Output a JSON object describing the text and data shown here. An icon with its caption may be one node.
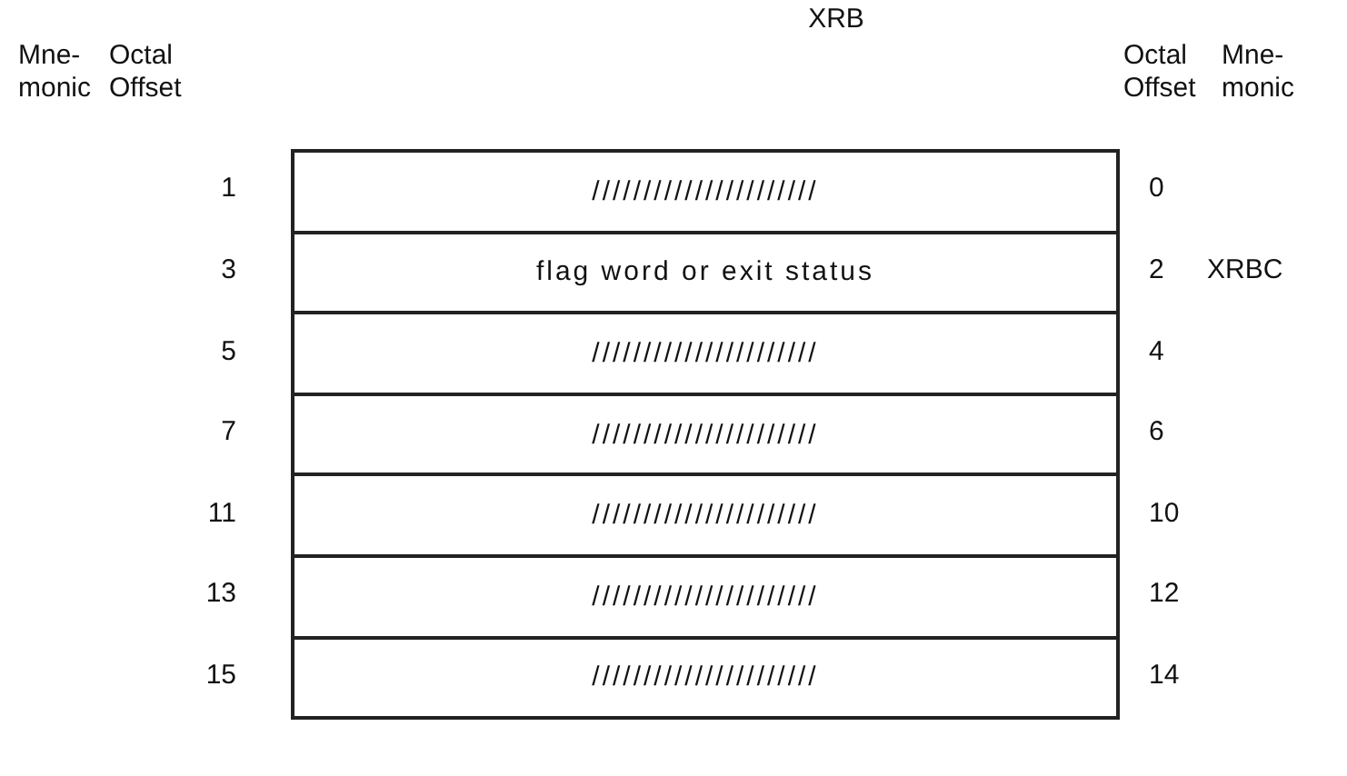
{
  "diagram": {
    "title": "XRB",
    "nodes": [
      {
        "text": [
          "//////////////////////"
        ],
        "beside": [
          "1",
          "0"
        ]
      },
      {
        "text": [
          "flag word or exit status"
        ],
        "beside": [
          "3",
          "2",
          "XRBC"
        ]
      },
      {
        "text": [
          "//////////////////////"
        ],
        "beside": [
          "5",
          "4"
        ]
      },
      {
        "text": [
          "//////////////////////"
        ],
        "beside": [
          "7",
          "6"
        ]
      },
      {
        "text": [
          "//////////////////////"
        ],
        "beside": [
          "11",
          "10"
        ]
      },
      {
        "text": [
          "//////////////////////"
        ],
        "beside": [
          "13",
          "12"
        ]
      },
      {
        "text": [
          "//////////////////////"
        ],
        "beside": [
          "15",
          "14"
        ]
      }
    ],
    "labels": [
      "Mne- monic",
      "Octal Offset",
      "Octal Offset",
      "Mne- monic"
    ]
  }
}
